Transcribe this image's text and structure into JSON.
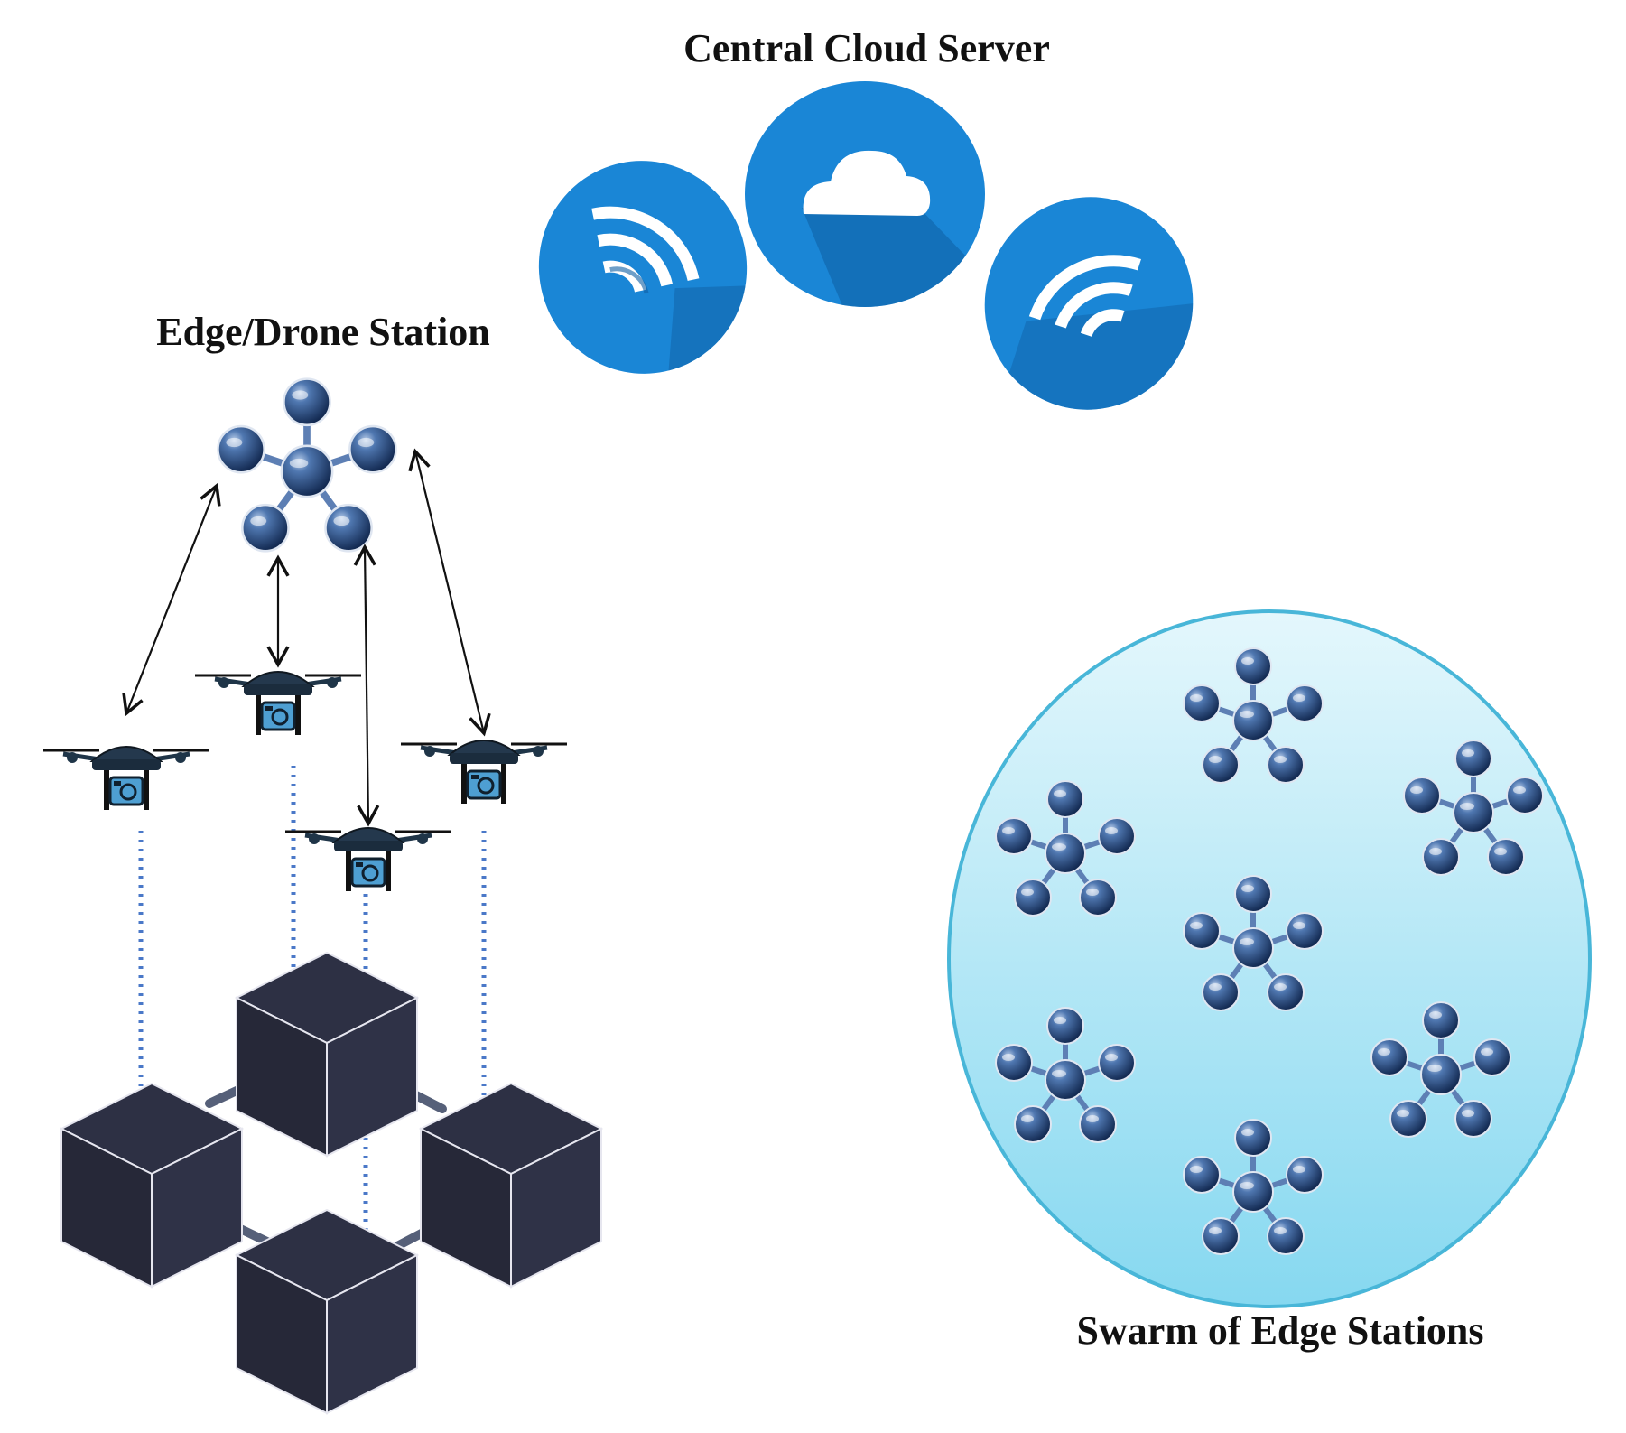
{
  "labels": {
    "cloud_title": "Central Cloud Server",
    "edge_title": "Edge/Drone Station",
    "swarm_title": "Swarm of Edge Stations"
  },
  "colors": {
    "cloud_blue": "#1a86d6",
    "cloud_blue_dark": "#0f5fa3",
    "node_dark": "#1c3f74",
    "node_light": "#6f95c8",
    "cube_fill": "#2b2e40",
    "cube_edge": "#e6e6ef",
    "dotted_line": "#4a78c8",
    "swarm_fill_top": "#dff5fb",
    "swarm_fill_bottom": "#8edcf2",
    "swarm_stroke": "#48b6d8",
    "drone_body": "#1f3548",
    "drone_camera": "#5aa8d8",
    "arrow": "#111111"
  },
  "icons": {
    "cloud": "cloud-icon",
    "wifi_left": "wifi-icon",
    "wifi_right": "wifi-icon",
    "edge_station": "edge-station-node-icon",
    "drone": "camera-drone-icon",
    "blockchain": "blockchain-cube-icon",
    "swarm": "swarm-node-icon"
  },
  "counts": {
    "drones": 4,
    "cubes": 4,
    "swarm_nodes": 7
  }
}
